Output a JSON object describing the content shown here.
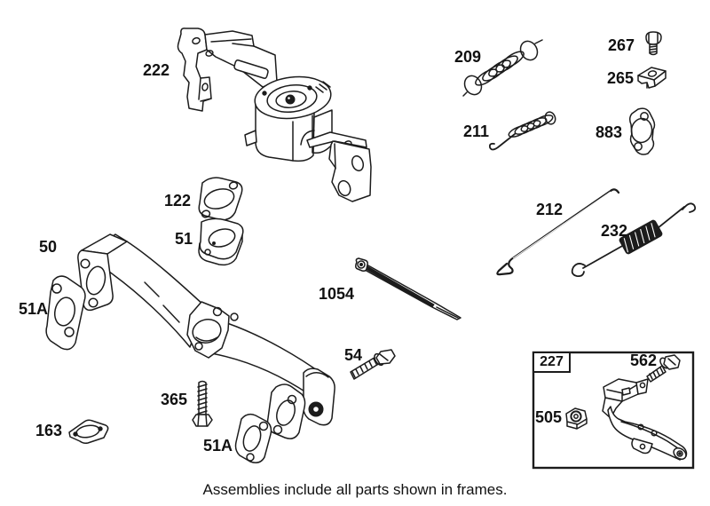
{
  "diagram": {
    "background_color": "#ffffff",
    "ink_color": "#1c1c1c",
    "caption": "Assemblies include all parts shown in frames.",
    "frame_assembly_label": "227",
    "part_labels": {
      "bracket_222": "222",
      "gasket_122": "122",
      "spacer_51": "51",
      "manifold_50": "50",
      "gasket_51a_upper": "51A",
      "gasket_51a_lower": "51A",
      "gasket_163": "163",
      "screw_365": "365",
      "screw_54": "54",
      "cable_tie_1054": "1054",
      "spring_209": "209",
      "screw_267": "267",
      "clip_265": "265",
      "spring_211": "211",
      "gasket_883": "883",
      "link_212": "212",
      "spring_232": "232",
      "screw_562": "562",
      "nut_505": "505"
    }
  }
}
